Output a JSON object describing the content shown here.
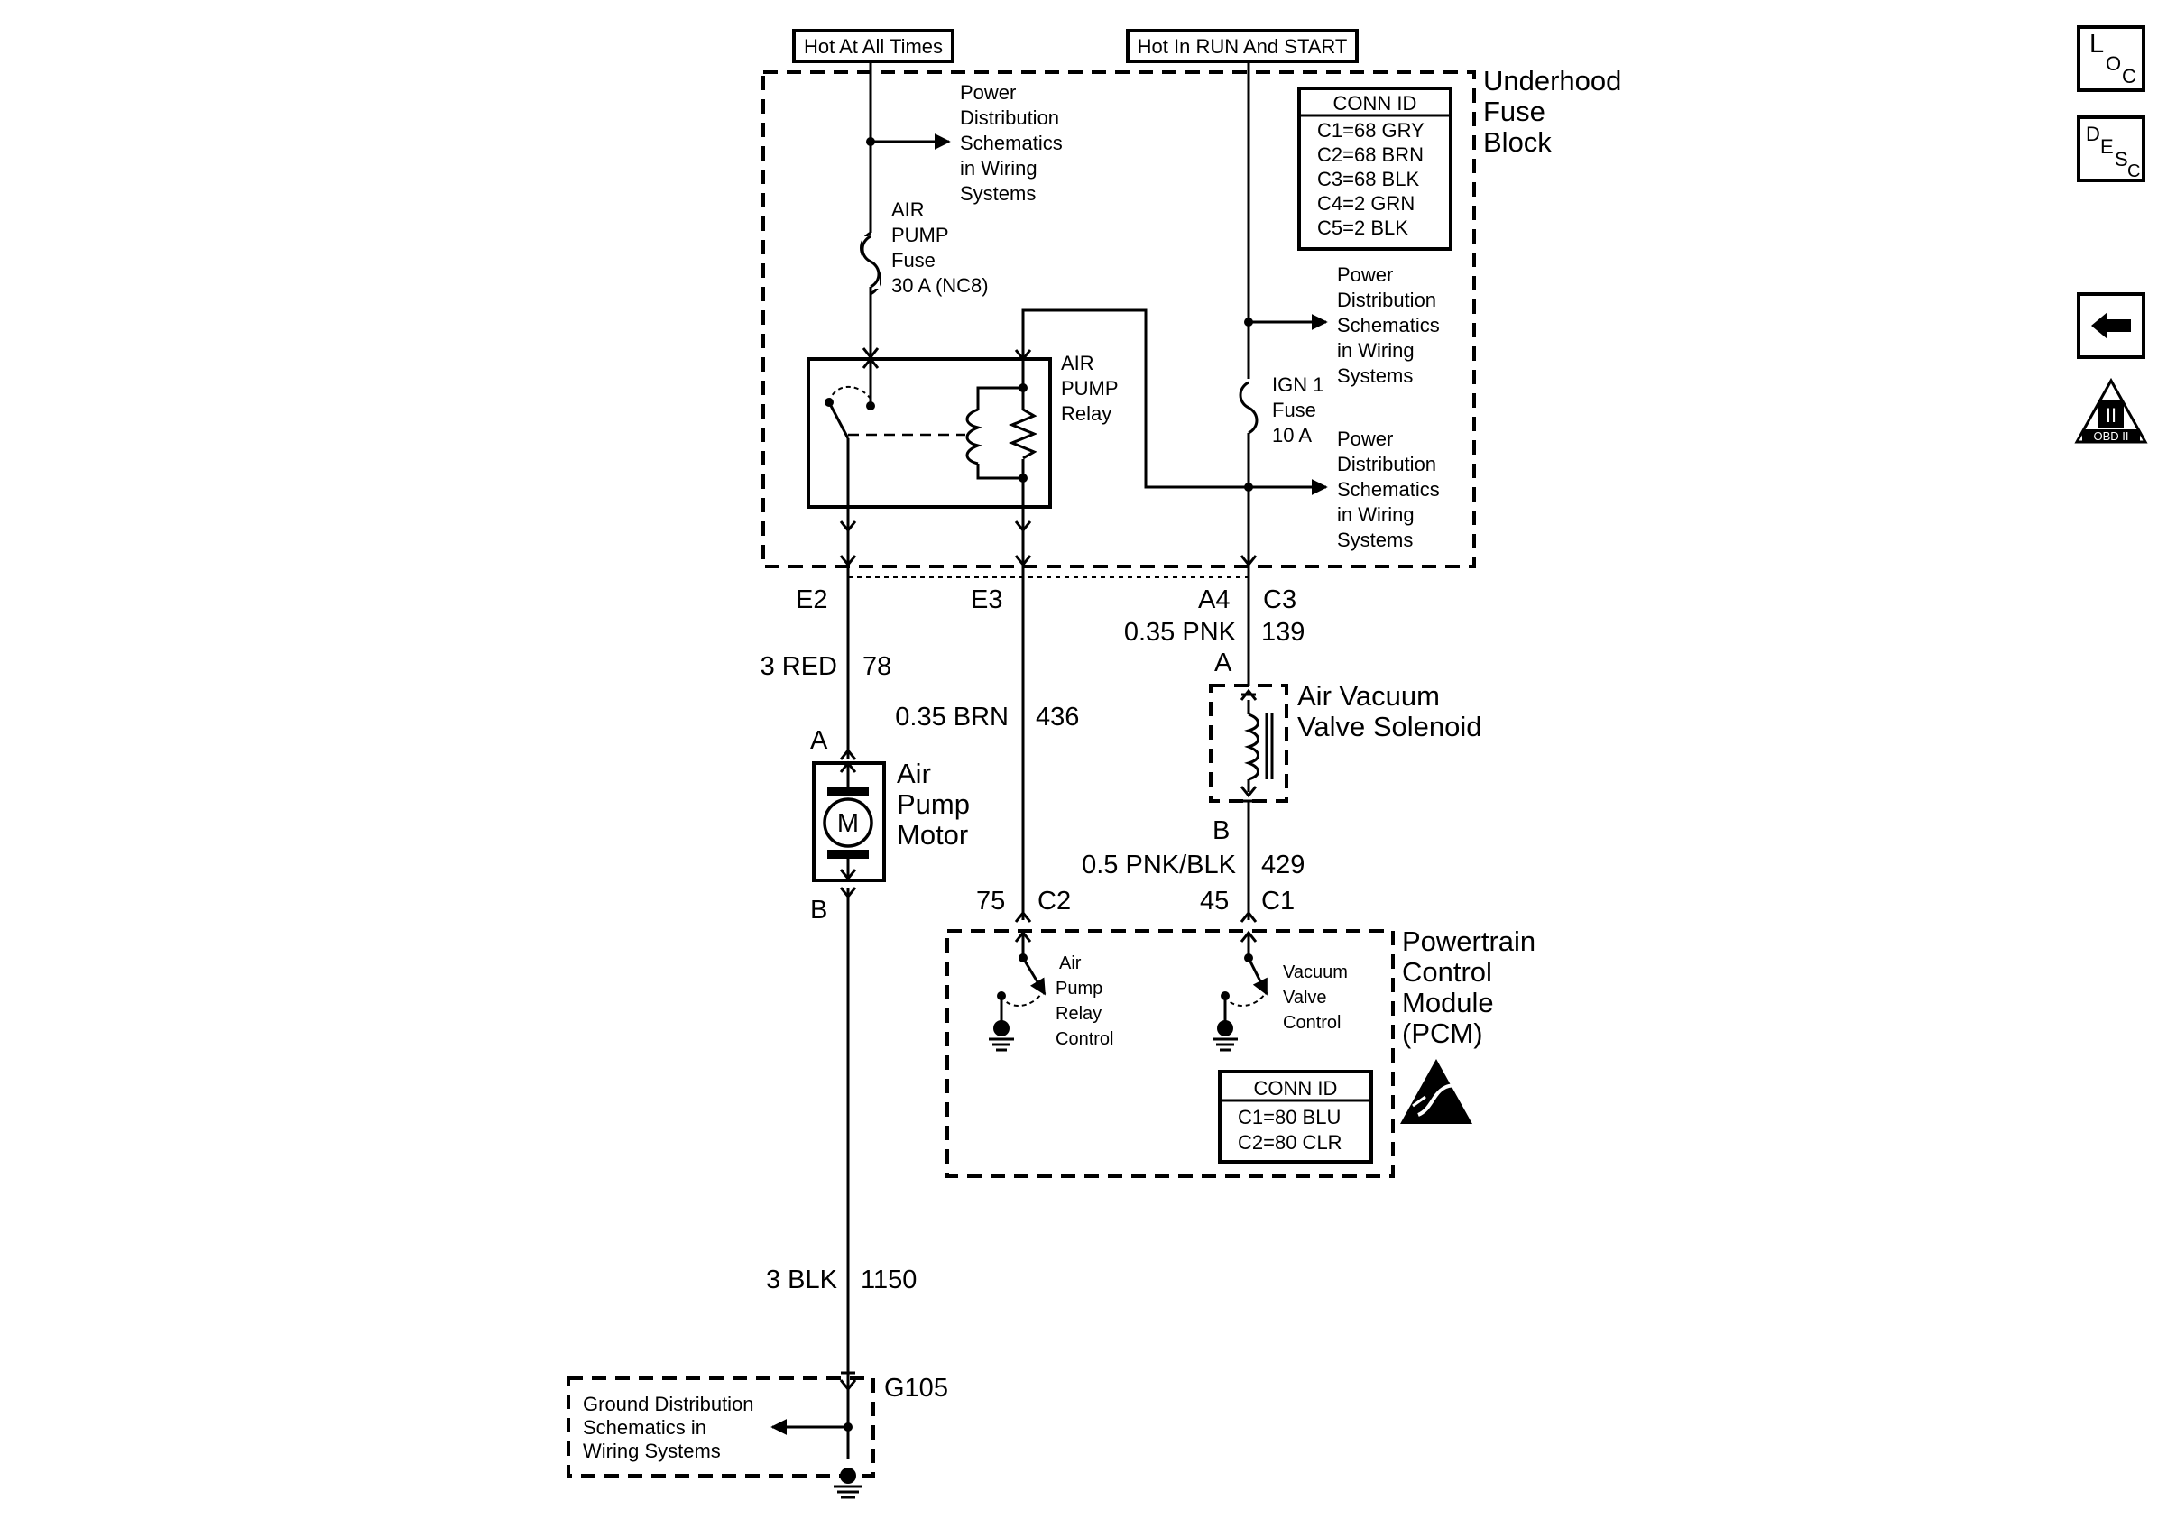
{
  "supply": {
    "hot_at_all_times": "Hot At All Times",
    "hot_in_run_start": "Hot In RUN And START"
  },
  "underhood_fuse_block": {
    "title_lines": [
      "Underhood",
      "Fuse",
      "Block"
    ],
    "conn_id": {
      "header": "CONN ID",
      "rows": [
        "C1=68 GRY",
        "C2=68 BRN",
        "C3=68 BLK",
        "C4=2 GRN",
        "C5=2 BLK"
      ]
    },
    "power_dist_note_lines": [
      "Power",
      "Distribution",
      "Schematics",
      "in Wiring",
      "Systems"
    ],
    "air_pump_fuse_lines": [
      "AIR",
      "PUMP",
      "Fuse",
      "30 A (NC8)"
    ],
    "air_pump_relay_lines": [
      "AIR",
      "PUMP",
      "Relay"
    ],
    "ign1_fuse_lines": [
      "IGN 1",
      "Fuse",
      "10 A"
    ]
  },
  "connectors": {
    "e2": "E2",
    "e3": "E3",
    "a4": "A4",
    "c3": "C3",
    "pin_a1": "A",
    "pin_b1": "B",
    "pin_a2": "A",
    "pin_b2": "B",
    "pcm_75": "75",
    "pcm_c2": "C2",
    "pcm_45": "45",
    "pcm_c1": "C1",
    "g105": "G105"
  },
  "wires": {
    "red_color": "3 RED",
    "red_circuit": "78",
    "brn_color": "0.35 BRN",
    "brn_circuit": "436",
    "pnk_color": "0.35 PNK",
    "pnk_circuit": "139",
    "pnkblk_color": "0.5 PNK/BLK",
    "pnkblk_circuit": "429",
    "blk_color": "3 BLK",
    "blk_circuit": "1150"
  },
  "components": {
    "air_pump_motor_lines": [
      "Air",
      "Pump",
      "Motor"
    ],
    "motor_symbol": "M",
    "air_vacuum_valve_lines": [
      "Air Vacuum",
      "Valve Solenoid"
    ]
  },
  "pcm": {
    "title_lines": [
      "Powertrain",
      "Control",
      "Module",
      "(PCM)"
    ],
    "air_pump_relay_control_lines": [
      "Air",
      "Pump",
      "Relay",
      "Control"
    ],
    "vacuum_valve_control_lines": [
      "Vacuum",
      "Valve",
      "Control"
    ],
    "conn_id": {
      "header": "CONN ID",
      "rows": [
        "C1=80 BLU",
        "C2=80 CLR"
      ]
    }
  },
  "ground": {
    "note_lines": [
      "Ground Distribution",
      "Schematics in",
      "Wiring Systems"
    ]
  },
  "sidebar": {
    "loc": [
      "L",
      "O",
      "C"
    ],
    "desc": [
      "D",
      "E",
      "S",
      "C"
    ],
    "back_icon": "arrow-left-icon",
    "obd_label": "OBD II",
    "obd_numeral": "II"
  }
}
